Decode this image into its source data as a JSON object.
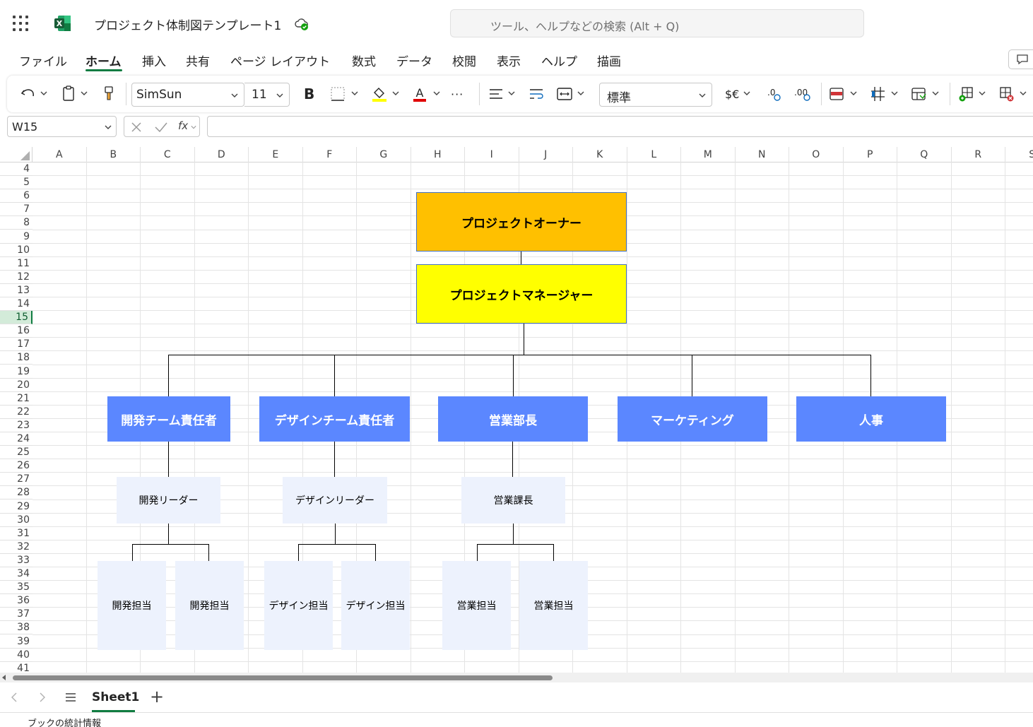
{
  "title_bar": {
    "doc_title": "プロジェクト体制図テンプレート1",
    "search_placeholder": "ツール、ヘルプなどの検索 (Alt + Q)"
  },
  "menu": {
    "tabs": [
      "ファイル",
      "ホーム",
      "挿入",
      "共有",
      "ページ レイアウト",
      "数式",
      "データ",
      "校閲",
      "表示",
      "ヘルプ",
      "描画"
    ],
    "active": "ホーム"
  },
  "ribbon": {
    "font_name": "SimSun",
    "font_size": "11",
    "number_format": "標準",
    "bold_label": "B",
    "currency_label": "$€",
    "more_label": "···"
  },
  "formula_bar": {
    "name_box": "W15",
    "fx_label": "fx",
    "formula": ""
  },
  "grid": {
    "columns": [
      "A",
      "B",
      "C",
      "D",
      "E",
      "F",
      "G",
      "H",
      "I",
      "J",
      "K",
      "L",
      "M",
      "N",
      "O",
      "P",
      "Q",
      "R",
      "S"
    ],
    "rows": [
      "4",
      "5",
      "6",
      "7",
      "8",
      "9",
      "10",
      "11",
      "12",
      "13",
      "14",
      "15",
      "16",
      "17",
      "18",
      "19",
      "20",
      "21",
      "22",
      "23",
      "24",
      "25",
      "26",
      "27",
      "28",
      "29",
      "30",
      "31",
      "32",
      "33",
      "34",
      "35",
      "36",
      "37",
      "38",
      "39",
      "40",
      "41"
    ],
    "selected_row": "15"
  },
  "org_chart": {
    "owner": "プロジェクトオーナー",
    "manager": "プロジェクトマネージャー",
    "departments": [
      "開発チーム責任者",
      "デザインチーム責任者",
      "営業部長",
      "マーケティング",
      "人事"
    ],
    "leaders": [
      "開発リーダー",
      "デザインリーダー",
      "営業課長"
    ],
    "staff": [
      "開発担当",
      "開発担当",
      "デザイン担当",
      "デザイン担当",
      "営業担当",
      "営業担当"
    ],
    "owner_color": "#ffc000",
    "manager_color": "#ffff00",
    "department_color": "#5b87ff",
    "staff_color": "#edf2fd"
  },
  "sheets": {
    "tabs": [
      "Sheet1"
    ],
    "add_label": "+"
  },
  "status": {
    "text": "ブックの統計情報"
  }
}
